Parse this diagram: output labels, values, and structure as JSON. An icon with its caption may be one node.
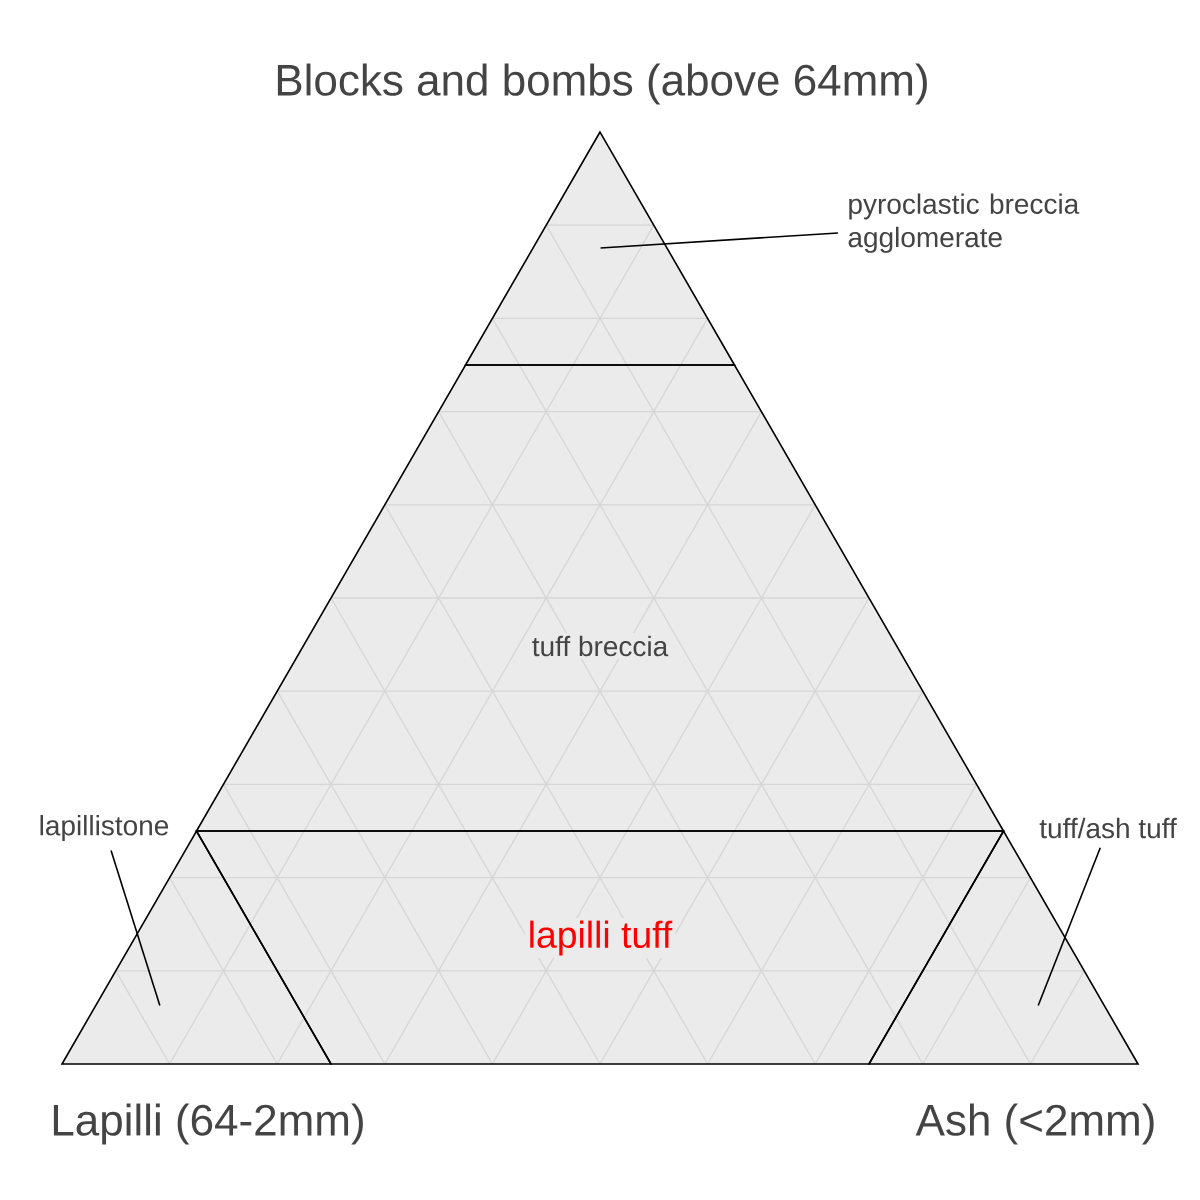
{
  "diagram": {
    "nodes": [
      {
        "text": [
          "pyroclastic breccia agglomerate"
        ]
      },
      {
        "text": [],
        "shape": "triangle"
      },
      {
        "text": [
          "tuff breccia"
        ]
      },
      {
        "text": [
          "lapilli tuff"
        ]
      },
      {
        "text": [
          "lapillistone"
        ]
      },
      {
        "text": [],
        "shape": "triangle"
      },
      {
        "text": [
          "tuff/ash tuff"
        ]
      },
      {
        "text": [],
        "shape": "triangle"
      }
    ],
    "edges": [
      {
        "from": 0,
        "to": 1,
        "arrow": "none"
      },
      {
        "from": 4,
        "to": 5,
        "arrow": "none"
      },
      {
        "from": 6,
        "to": 7,
        "arrow": "none"
      }
    ],
    "labels": [
      "Blocks and bombs (above 64mm)",
      "Lapilli (64-2mm)",
      "Ash (<2mm)"
    ]
  }
}
